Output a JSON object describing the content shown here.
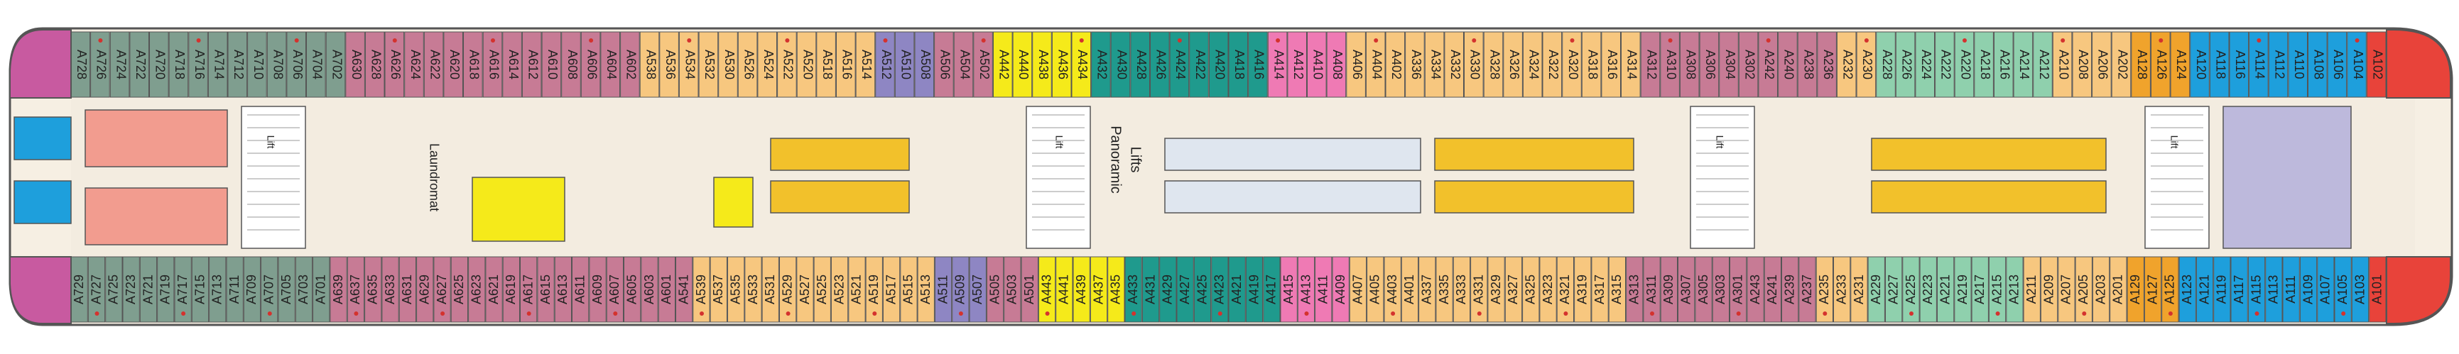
{
  "colors": {
    "hull": "#f6efe3",
    "outline": "#555555",
    "corridor": "#f3ece0",
    "bow": "#e8433a",
    "stern": "#c85aa0",
    "rose": "#c77b95",
    "sage": "#7f9e8f",
    "salmon": "#f29c8f",
    "peach": "#f7c77f",
    "purple": "#8e86c3",
    "yellow": "#f5ea1a",
    "teal": "#1f9a8d",
    "pink": "#ef7ab4",
    "lavender": "#bdb9dc",
    "gold": "#f2c12b",
    "mint": "#8fd0ad",
    "orange": "#f0a32c",
    "blue": "#1e9fdc",
    "ice": "#dfe6ef",
    "dot": "#d4322e"
  },
  "labels": {
    "laundromat": "Laundromat",
    "panoramic": "Panoramic",
    "lifts": "Lifts",
    "lift": "Lift"
  },
  "cabin_rows": [
    {
      "id": "top-a",
      "labels": [
        "A728",
        "A726",
        "A724",
        "A722",
        "A720",
        "A718",
        "A716",
        "A714",
        "A712",
        "A710",
        "A708",
        "A706",
        "A704",
        "A702",
        "A630",
        "A628",
        "A626",
        "A624",
        "A622",
        "A620",
        "A618",
        "A616",
        "A614",
        "A612",
        "A610",
        "A608",
        "A606",
        "A604",
        "A602",
        "A538",
        "A536",
        "A534",
        "A532",
        "A530",
        "A526",
        "A524",
        "A522",
        "A520",
        "A518",
        "A516",
        "A514",
        "A512",
        "A510",
        "A508",
        "A506",
        "A504",
        "A502",
        "A442",
        "A440",
        "A438",
        "A436",
        "A434",
        "A432",
        "A430",
        "A428",
        "A426",
        "A424",
        "A422",
        "A420",
        "A418",
        "A416",
        "A414",
        "A412",
        "A410",
        "A408",
        "A406",
        "A404",
        "A402",
        "A336",
        "A334",
        "A332",
        "A330",
        "A328",
        "A326",
        "A324",
        "A322",
        "A320",
        "A318",
        "A316",
        "A314",
        "A312",
        "A310",
        "A308",
        "A306",
        "A304",
        "A302",
        "A242",
        "A240",
        "A238",
        "A236",
        "A232",
        "A230",
        "A228",
        "A226",
        "A224",
        "A222",
        "A220",
        "A218",
        "A216",
        "A214",
        "A212",
        "A210",
        "A208",
        "A206",
        "A202",
        "A128",
        "A126",
        "A124",
        "A120",
        "A118",
        "A116",
        "A114",
        "A112",
        "A110",
        "A108",
        "A106",
        "A104",
        "A102"
      ]
    },
    {
      "id": "bottom-a",
      "labels": [
        "A729",
        "A727",
        "A725",
        "A723",
        "A721",
        "A719",
        "A717",
        "A715",
        "A713",
        "A711",
        "A709",
        "A707",
        "A705",
        "A703",
        "A701",
        "A639",
        "A637",
        "A635",
        "A633",
        "A631",
        "A629",
        "A627",
        "A625",
        "A623",
        "A621",
        "A619",
        "A617",
        "A615",
        "A613",
        "A611",
        "A609",
        "A607",
        "A605",
        "A603",
        "A601",
        "A541",
        "A539",
        "A537",
        "A535",
        "A533",
        "A531",
        "A529",
        "A527",
        "A525",
        "A523",
        "A521",
        "A519",
        "A517",
        "A515",
        "A513",
        "A511",
        "A509",
        "A507",
        "A505",
        "A503",
        "A501",
        "A443",
        "A441",
        "A439",
        "A437",
        "A435",
        "A433",
        "A431",
        "A429",
        "A427",
        "A425",
        "A423",
        "A421",
        "A419",
        "A417",
        "A415",
        "A413",
        "A411",
        "A409",
        "A407",
        "A405",
        "A403",
        "A401",
        "A337",
        "A335",
        "A333",
        "A331",
        "A329",
        "A327",
        "A325",
        "A323",
        "A321",
        "A319",
        "A317",
        "A315",
        "A313",
        "A311",
        "A309",
        "A307",
        "A305",
        "A303",
        "A301",
        "A243",
        "A241",
        "A239",
        "A237",
        "A235",
        "A233",
        "A231",
        "A229",
        "A227",
        "A225",
        "A223",
        "A221",
        "A219",
        "A217",
        "A215",
        "A213",
        "A211",
        "A209",
        "A207",
        "A205",
        "A203",
        "A201",
        "A129",
        "A127",
        "A125",
        "A123",
        "A121",
        "A119",
        "A117",
        "A115",
        "A113",
        "A111",
        "A109",
        "A107",
        "A105",
        "A103",
        "A101"
      ]
    }
  ]
}
